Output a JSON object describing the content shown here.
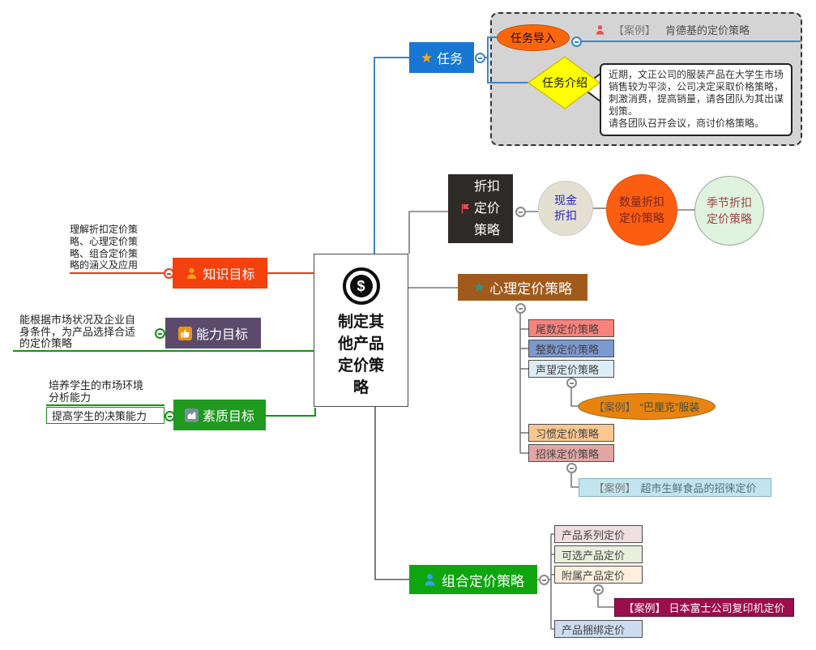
{
  "colors": {
    "task_blue": "#1777d3",
    "knowledge_red": "#f5410e",
    "ability_purple": "#5b4a6b",
    "quality_green": "#1f9a1f",
    "psych_brown": "#a05a1c",
    "combo_green": "#0ea50e",
    "discount_black": "#2e2a28",
    "case_maroon": "#9c0d4d",
    "branch_blue": "#3a85cc",
    "branch_red": "#ea3b10",
    "branch_green": "#169016",
    "connector_gray": "#7a7a7a"
  },
  "icons": {
    "central": "dollar-coin-icon",
    "dollar_sign": "$",
    "star": "★",
    "task": "star-icon",
    "knowledge": "person-icon",
    "ability": "thumbs-up-icon",
    "quality": "area-chart-icon",
    "discount": "flag-icon",
    "psych": "star-icon",
    "combo": "person-icon",
    "kfc_case": "person-icon"
  },
  "central": {
    "label": "制定其他产品定价策略"
  },
  "task": {
    "label": "任务",
    "intro": "任务导入",
    "case": {
      "prefix": "【案例】",
      "text": "肯德基的定价策略"
    },
    "desc": "任务介绍",
    "callout": "近期，文正公司的服装产品在大学生市场销售较为平淡，公司决定采取价格策略，刺激消费，提高销量，请各团队为其出谋划策。\n请各团队召开会议，商讨价格策略。"
  },
  "knowledge": {
    "label": "知识目标",
    "note": "理解折扣定价策\n略、心理定价策\n略、组合定价策\n略的涵义及应用"
  },
  "ability": {
    "label": "能力目标",
    "note": "能根据市场状况及企业自\n身条件，为产品选择合适\n的定价策略"
  },
  "quality": {
    "label": "素质目标",
    "note1": "培养学生的市场环境\n分析能力",
    "note2": "提高学生的决策能力"
  },
  "discount": {
    "label": "折扣定价策略",
    "children": [
      "现金折扣",
      "数量折扣定价策略",
      "季节折扣定价策略"
    ]
  },
  "psych": {
    "label": "心理定价策略",
    "children": [
      "尾数定价策略",
      "整数定价策略",
      "声望定价策略",
      "习惯定价策略",
      "招徕定价策略"
    ],
    "case_balike": {
      "prefix": "【案例】",
      "text": "“巴厘克”服装"
    },
    "case_market": {
      "prefix": "【案例】",
      "text": "超市生鲜食品的招徕定价"
    }
  },
  "combo": {
    "label": "组合定价策略",
    "children": [
      "产品系列定价",
      "可选产品定价",
      "附属产品定价",
      "产品捆绑定价"
    ],
    "case": {
      "prefix": "【案例】",
      "text": "日本富士公司复印机定价"
    }
  }
}
